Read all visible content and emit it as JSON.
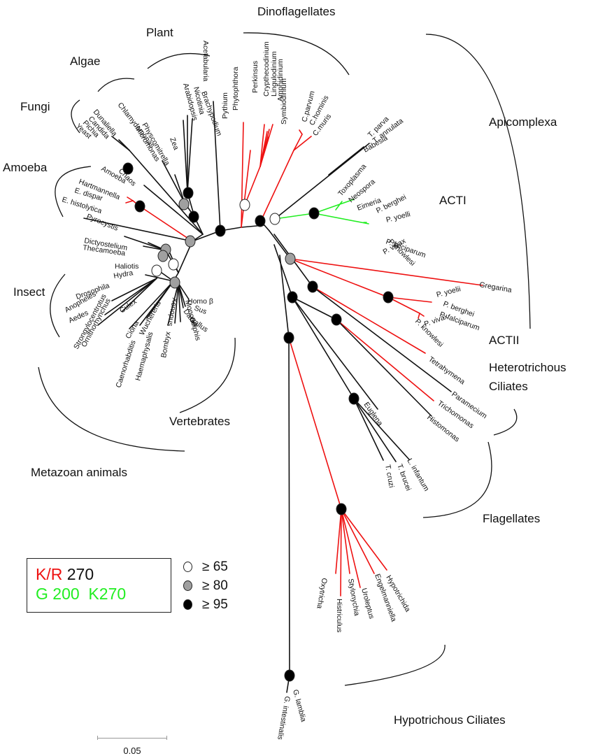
{
  "colors": {
    "kr_red": "#ee1111",
    "g_green": "#22ee22",
    "black": "#111111",
    "support_65": "#ffffff",
    "support_80": "#a0a0a0",
    "support_95": "#000000"
  },
  "legend": {
    "line1_red": "K/R",
    "line1_black": " 270",
    "line2_green": "G 200  K270"
  },
  "support_legend": [
    {
      "symbol": "open-circle",
      "label": "≥ 65"
    },
    {
      "symbol": "gray-circle",
      "label": "≥ 80"
    },
    {
      "symbol": "black-circle",
      "label": "≥ 95"
    }
  ],
  "scale_bar": {
    "label": "0.05"
  },
  "groups": [
    {
      "id": "dinoflagellates",
      "label": "Dinoflagellates"
    },
    {
      "id": "plant",
      "label": "Plant"
    },
    {
      "id": "algae",
      "label": "Algae"
    },
    {
      "id": "fungi",
      "label": "Fungi"
    },
    {
      "id": "amoeba",
      "label": "Amoeba"
    },
    {
      "id": "insect",
      "label": "Insect"
    },
    {
      "id": "vertebrates",
      "label": "Vertebrates"
    },
    {
      "id": "metazoan",
      "label": "Metazoan animals"
    },
    {
      "id": "apicomplexa",
      "label": "Apicomplexa"
    },
    {
      "id": "acti",
      "label": "ACTI"
    },
    {
      "id": "actii",
      "label": "ACTII"
    },
    {
      "id": "hetero1",
      "label": "Heterotrichous"
    },
    {
      "id": "hetero2",
      "label": "Ciliates"
    },
    {
      "id": "flagellates",
      "label": "Flagellates"
    },
    {
      "id": "hypotrichous",
      "label": "Hypotrichous Ciliates"
    }
  ],
  "taxa": [
    "Acetabularia",
    "Brachypodium",
    "Nicotinia",
    "Arabidopsis",
    "Zea",
    "Physcomitrella",
    "Micromonas",
    "Chlamydomonas",
    "Dunaliella",
    "Candida",
    "Pichia",
    "Yeast",
    "Chaos",
    "Amoeba",
    "Hartmannella",
    "E. dispar",
    "E. histolytica",
    "Pyrocystis",
    "Dictyostelium",
    "Thecamoeba",
    "Haliotis",
    "Hydra",
    "Drosophila",
    "Anopheles",
    "Aedes",
    "Culex",
    "Strongylocentrotus",
    "Ornithorhynchus",
    "Ciona",
    "Wuchereria",
    "Caenorhabditis",
    "Haemaphysalis",
    "Bombyx",
    "Xenopus",
    "Monodelphis",
    "Danio",
    "Gallus",
    "Sus",
    "Homo β",
    "Pythium",
    "Phytophthora",
    "Perkinsus",
    "Crypthecodinium",
    "Lingulodinium",
    "Amphidinium",
    "Symbiodinium",
    "C.parvum",
    "C.hominis",
    "C.muris",
    "T. parva",
    "T. annulata",
    "Babesia",
    "Toxoplasma",
    "Neospora",
    "Eimeria",
    "P. berghei",
    "P. yoelli",
    "P. falciparum",
    "P. vivax",
    "P.knowlesi",
    "Gregarina",
    "P. yoelii",
    "P. berghei",
    "P. falciparum",
    "P. vivax",
    "P. knowlesi",
    "Tetrahymena",
    "Paramecium",
    "Trichomonas",
    "Histomonas",
    "Euglena",
    "L. infantum",
    "T. brucei",
    "T. cruzi",
    "Hypotrichida",
    "Engelmanniella",
    "Uroleptus",
    "Stylonychia",
    "Histriculus",
    "Oxytricha",
    "G. lamblia",
    "G. intestinalis"
  ]
}
